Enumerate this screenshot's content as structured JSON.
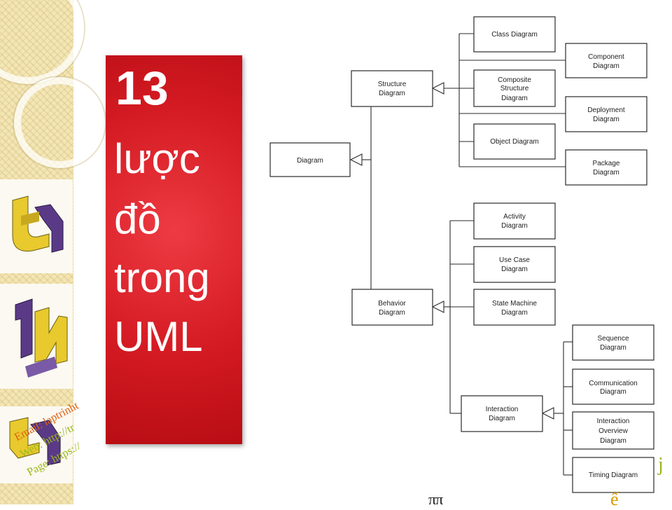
{
  "slide": {
    "title_number": "13",
    "title_lines": [
      "lược",
      "đồ",
      "trong",
      "UML"
    ]
  },
  "contact": {
    "email": "Email: laptrinht",
    "web": "Web: http://tr",
    "page": "Page: https://"
  },
  "fragments": {
    "bottom_text": "ππ",
    "right_text": "j",
    "bottom_right_text": "ế"
  },
  "diagram": {
    "nodes": {
      "diagram": [
        "Diagram"
      ],
      "structure": [
        "Structure",
        "Diagram"
      ],
      "behavior": [
        "Behavior",
        "Diagram"
      ],
      "class": [
        "Class Diagram"
      ],
      "component": [
        "Component",
        "Diagram"
      ],
      "composite": [
        "Composite",
        "Structure",
        "Diagram"
      ],
      "deployment": [
        "Deployment",
        "Diagram"
      ],
      "object": [
        "Object Diagram"
      ],
      "package": [
        "Package",
        "Diagram"
      ],
      "activity": [
        "Activity",
        "Diagram"
      ],
      "usecase": [
        "Use Case",
        "Diagram"
      ],
      "statemachine": [
        "State Machine",
        "Diagram"
      ],
      "interaction": [
        "Interaction",
        "Diagram"
      ],
      "sequence": [
        "Sequence",
        "Diagram"
      ],
      "communication": [
        "Communication",
        "Diagram"
      ],
      "overview": [
        "Interaction",
        "Overview",
        "Diagram"
      ],
      "timing": [
        "Timing Diagram"
      ]
    }
  }
}
